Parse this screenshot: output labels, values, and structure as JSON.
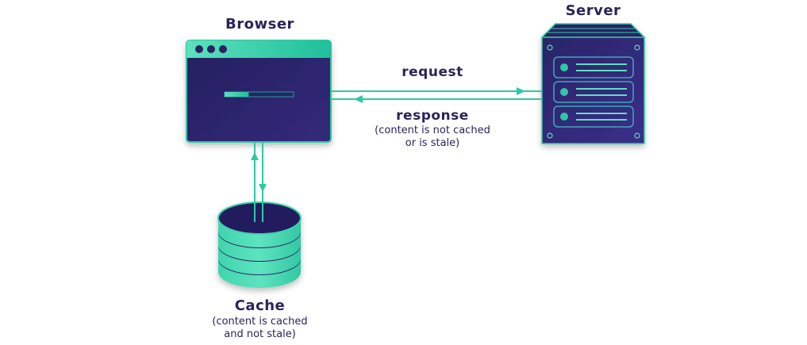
{
  "nodes": {
    "browser": {
      "title": "Browser",
      "progress_fraction": 0.35
    },
    "server": {
      "title": "Server",
      "rack_units": 3
    },
    "cache": {
      "title": "Cache",
      "subtitle_line1": "(content is cached",
      "subtitle_line2": "and not stale)",
      "disk_layers": 4
    }
  },
  "edges": {
    "request": {
      "label": "request",
      "from": "Browser",
      "to": "Server"
    },
    "response": {
      "label": "response",
      "subtitle_line1": "(content is not cached",
      "subtitle_line2": "or is stale)",
      "from": "Server",
      "to": "Browser"
    },
    "cache_link": {
      "from": "Browser",
      "to": "Cache",
      "bidirectional": true
    }
  },
  "colors": {
    "navy": "#2b2463",
    "navy_dark": "#221c55",
    "teal": "#2ec9a3",
    "teal_light": "#5de0bd",
    "text": "#2b2457"
  }
}
